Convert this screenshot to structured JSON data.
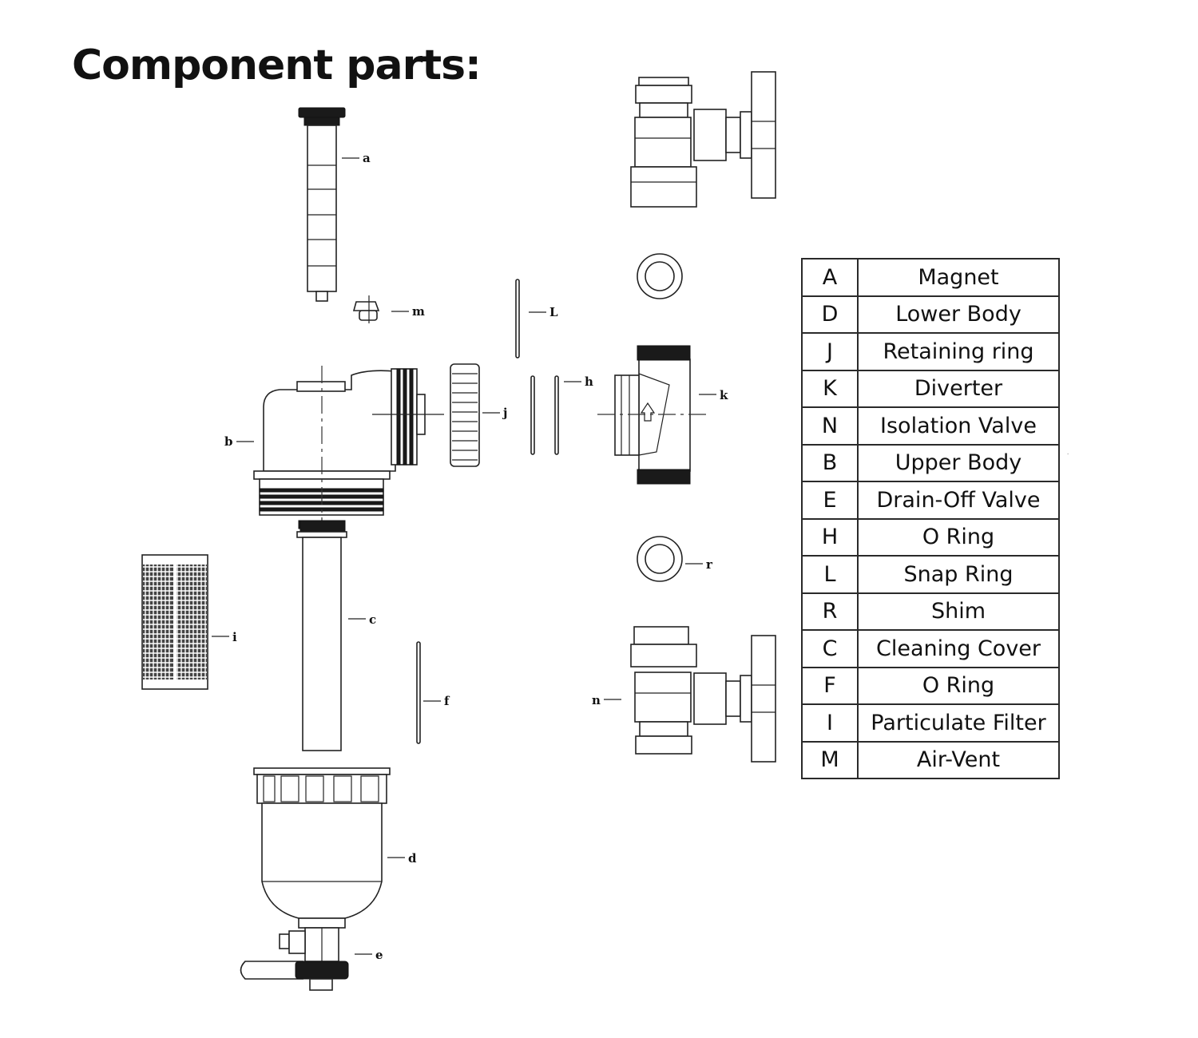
{
  "title": "Component parts:",
  "callouts": {
    "a": "a",
    "m": "m",
    "L": "L",
    "b": "b",
    "j": "j",
    "h": "h",
    "k": "k",
    "i": "i",
    "c": "c",
    "f": "f",
    "r": "r",
    "n": "n",
    "d": "d",
    "e": "e"
  },
  "legend": [
    {
      "key": "A",
      "name": "Magnet"
    },
    {
      "key": "D",
      "name": "Lower Body"
    },
    {
      "key": "J",
      "name": "Retaining ring"
    },
    {
      "key": "K",
      "name": "Diverter"
    },
    {
      "key": "N",
      "name": "Isolation Valve"
    },
    {
      "key": "B",
      "name": "Upper Body"
    },
    {
      "key": "E",
      "name": "Drain-Off Valve"
    },
    {
      "key": "H",
      "name": "O Ring"
    },
    {
      "key": "L",
      "name": "Snap Ring"
    },
    {
      "key": "R",
      "name": "Shim"
    },
    {
      "key": "C",
      "name": "Cleaning Cover"
    },
    {
      "key": "F",
      "name": "O Ring"
    },
    {
      "key": "I",
      "name": "Particulate Filter"
    },
    {
      "key": "M",
      "name": "Air-Vent"
    }
  ]
}
